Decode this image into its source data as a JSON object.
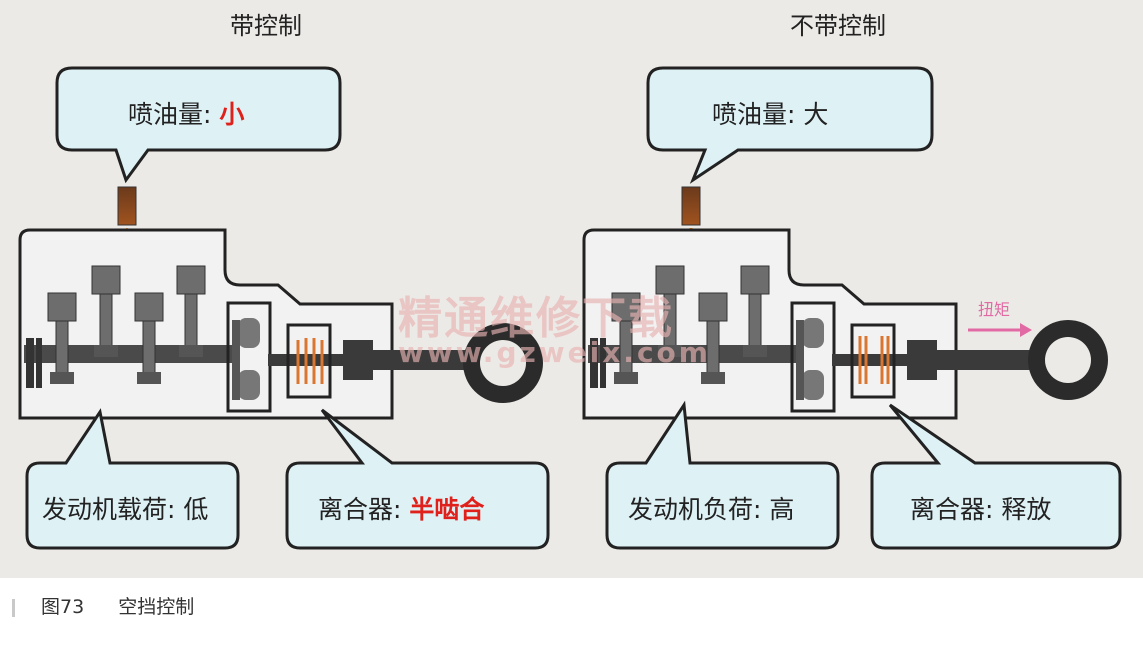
{
  "panels": [
    {
      "title": "带控制",
      "injection": {
        "label": "喷油量",
        "sep": ":",
        "value": "小",
        "value_color": "#e0201a"
      },
      "engine_load": {
        "label": "发动机载荷",
        "sep": ":",
        "value": "低"
      },
      "clutch": {
        "label": "离合器",
        "sep": ":",
        "value": "半啮合",
        "value_color": "#e0201a"
      }
    },
    {
      "title": "不带控制",
      "injection": {
        "label": "喷油量",
        "sep": ":",
        "value": "大"
      },
      "engine_load": {
        "label": "发动机负荷",
        "sep": ":",
        "value": "高"
      },
      "clutch": {
        "label": "离合器",
        "sep": ":",
        "value": "释放"
      },
      "torque_label": "扭矩"
    }
  ],
  "watermark": {
    "line1": "精通维修下载",
    "line2": "www.gzweix.com"
  },
  "caption": {
    "number": "图73",
    "text": "空挡控制"
  },
  "colors": {
    "callout_fill": "#def1f5",
    "engine_fill": "#f2f2f2",
    "flywheel": "#2b2b2b",
    "clutch_plate": "#d9762f"
  }
}
